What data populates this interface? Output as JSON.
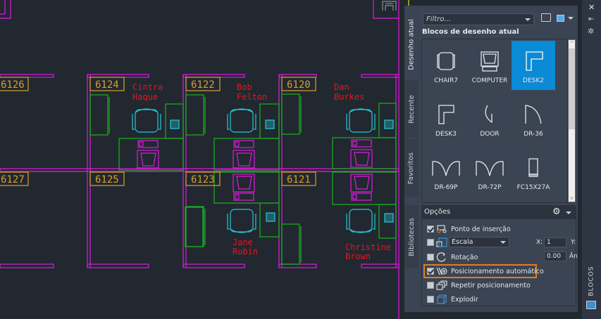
{
  "drawing": {
    "rooms": [
      {
        "number": "6126"
      },
      {
        "number": "6124"
      },
      {
        "number": "6122"
      },
      {
        "number": "6120"
      },
      {
        "number": "6127"
      },
      {
        "number": "6125"
      },
      {
        "number": "6123"
      },
      {
        "number": "6121"
      }
    ],
    "occupants": [
      {
        "line1": "Cintra",
        "line2": "Haque"
      },
      {
        "line1": "Bob",
        "line2": "Felton"
      },
      {
        "line1": "Dan",
        "line2": "Burkes"
      },
      {
        "line1": "Jane",
        "line2": "Rubin"
      },
      {
        "line1": "Christine",
        "line2": "Brown"
      }
    ],
    "colors": {
      "background": "#212830",
      "walls": "#e019e0",
      "furniture": "#19b31c",
      "chairs": "#27c7d6",
      "room_labels": "#d9a02a",
      "names": "#e8141c"
    }
  },
  "palette": {
    "title": "BLOCOS",
    "tabs": [
      {
        "label": "Desenho atual",
        "active": true
      },
      {
        "label": "Recente",
        "active": false
      },
      {
        "label": "Favoritos",
        "active": false
      },
      {
        "label": "Bibliotecas",
        "active": false
      }
    ],
    "filter": {
      "placeholder": "Filtro..."
    },
    "section_title": "Blocos de desenho atual",
    "blocks": [
      {
        "name": "CHAIR7",
        "icon": "chair-icon",
        "selected": false
      },
      {
        "name": "COMPUTER",
        "icon": "computer-icon",
        "selected": false
      },
      {
        "name": "DESK2",
        "icon": "desk-icon",
        "selected": true
      },
      {
        "name": "DESK3",
        "icon": "desk-icon",
        "selected": false
      },
      {
        "name": "DOOR",
        "icon": "door-icon",
        "selected": false
      },
      {
        "name": "DR-36",
        "icon": "door-swing-icon",
        "selected": false
      },
      {
        "name": "DR-69P",
        "icon": "double-door-icon",
        "selected": false
      },
      {
        "name": "DR-72P",
        "icon": "double-door-icon",
        "selected": false
      },
      {
        "name": "FC15X27A",
        "icon": "file-cabinet-icon",
        "selected": false
      }
    ],
    "options": {
      "header": "Opções",
      "rows": [
        {
          "label": "Ponto de inserção",
          "checked": true
        },
        {
          "label": "Escala",
          "checked": false,
          "dropdown": true
        },
        {
          "label": "Rotação",
          "checked": false
        },
        {
          "label": "Posicionamento automático",
          "checked": true,
          "highlighted": true
        },
        {
          "label": "Repetir posicionamento",
          "checked": false
        },
        {
          "label": "Explodir",
          "checked": false
        }
      ],
      "x_label": "X:",
      "x_value": "1",
      "y_label": "Y:",
      "angle_value": "0.00",
      "angle_label": "Ân"
    },
    "accent_color": "#0b8ad6",
    "highlight_color": "#e77b1e"
  }
}
